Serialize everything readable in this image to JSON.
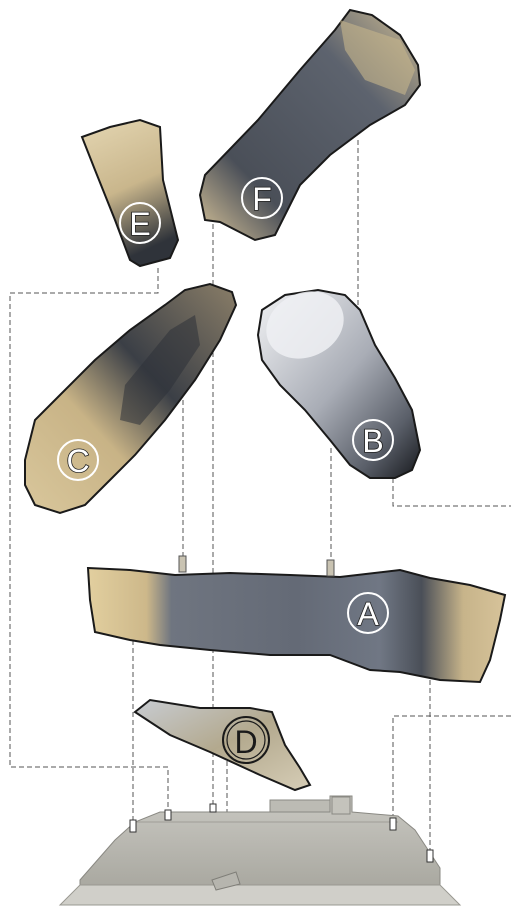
{
  "diagram": {
    "logs": [
      {
        "id": "log-a",
        "label": "A"
      },
      {
        "id": "log-b",
        "label": "B"
      },
      {
        "id": "log-c",
        "label": "C"
      },
      {
        "id": "log-d",
        "label": "D"
      },
      {
        "id": "log-e",
        "label": "E"
      },
      {
        "id": "log-f",
        "label": "F"
      }
    ],
    "colors": {
      "bark_dark": "#3c4048",
      "bark_mid": "#6b717c",
      "wood_light": "#d9c9a3",
      "ash_white": "#e6e8ec",
      "grate": "#b9b8b2",
      "leader_line": "#555555",
      "outline": "#1a1a1a"
    }
  }
}
